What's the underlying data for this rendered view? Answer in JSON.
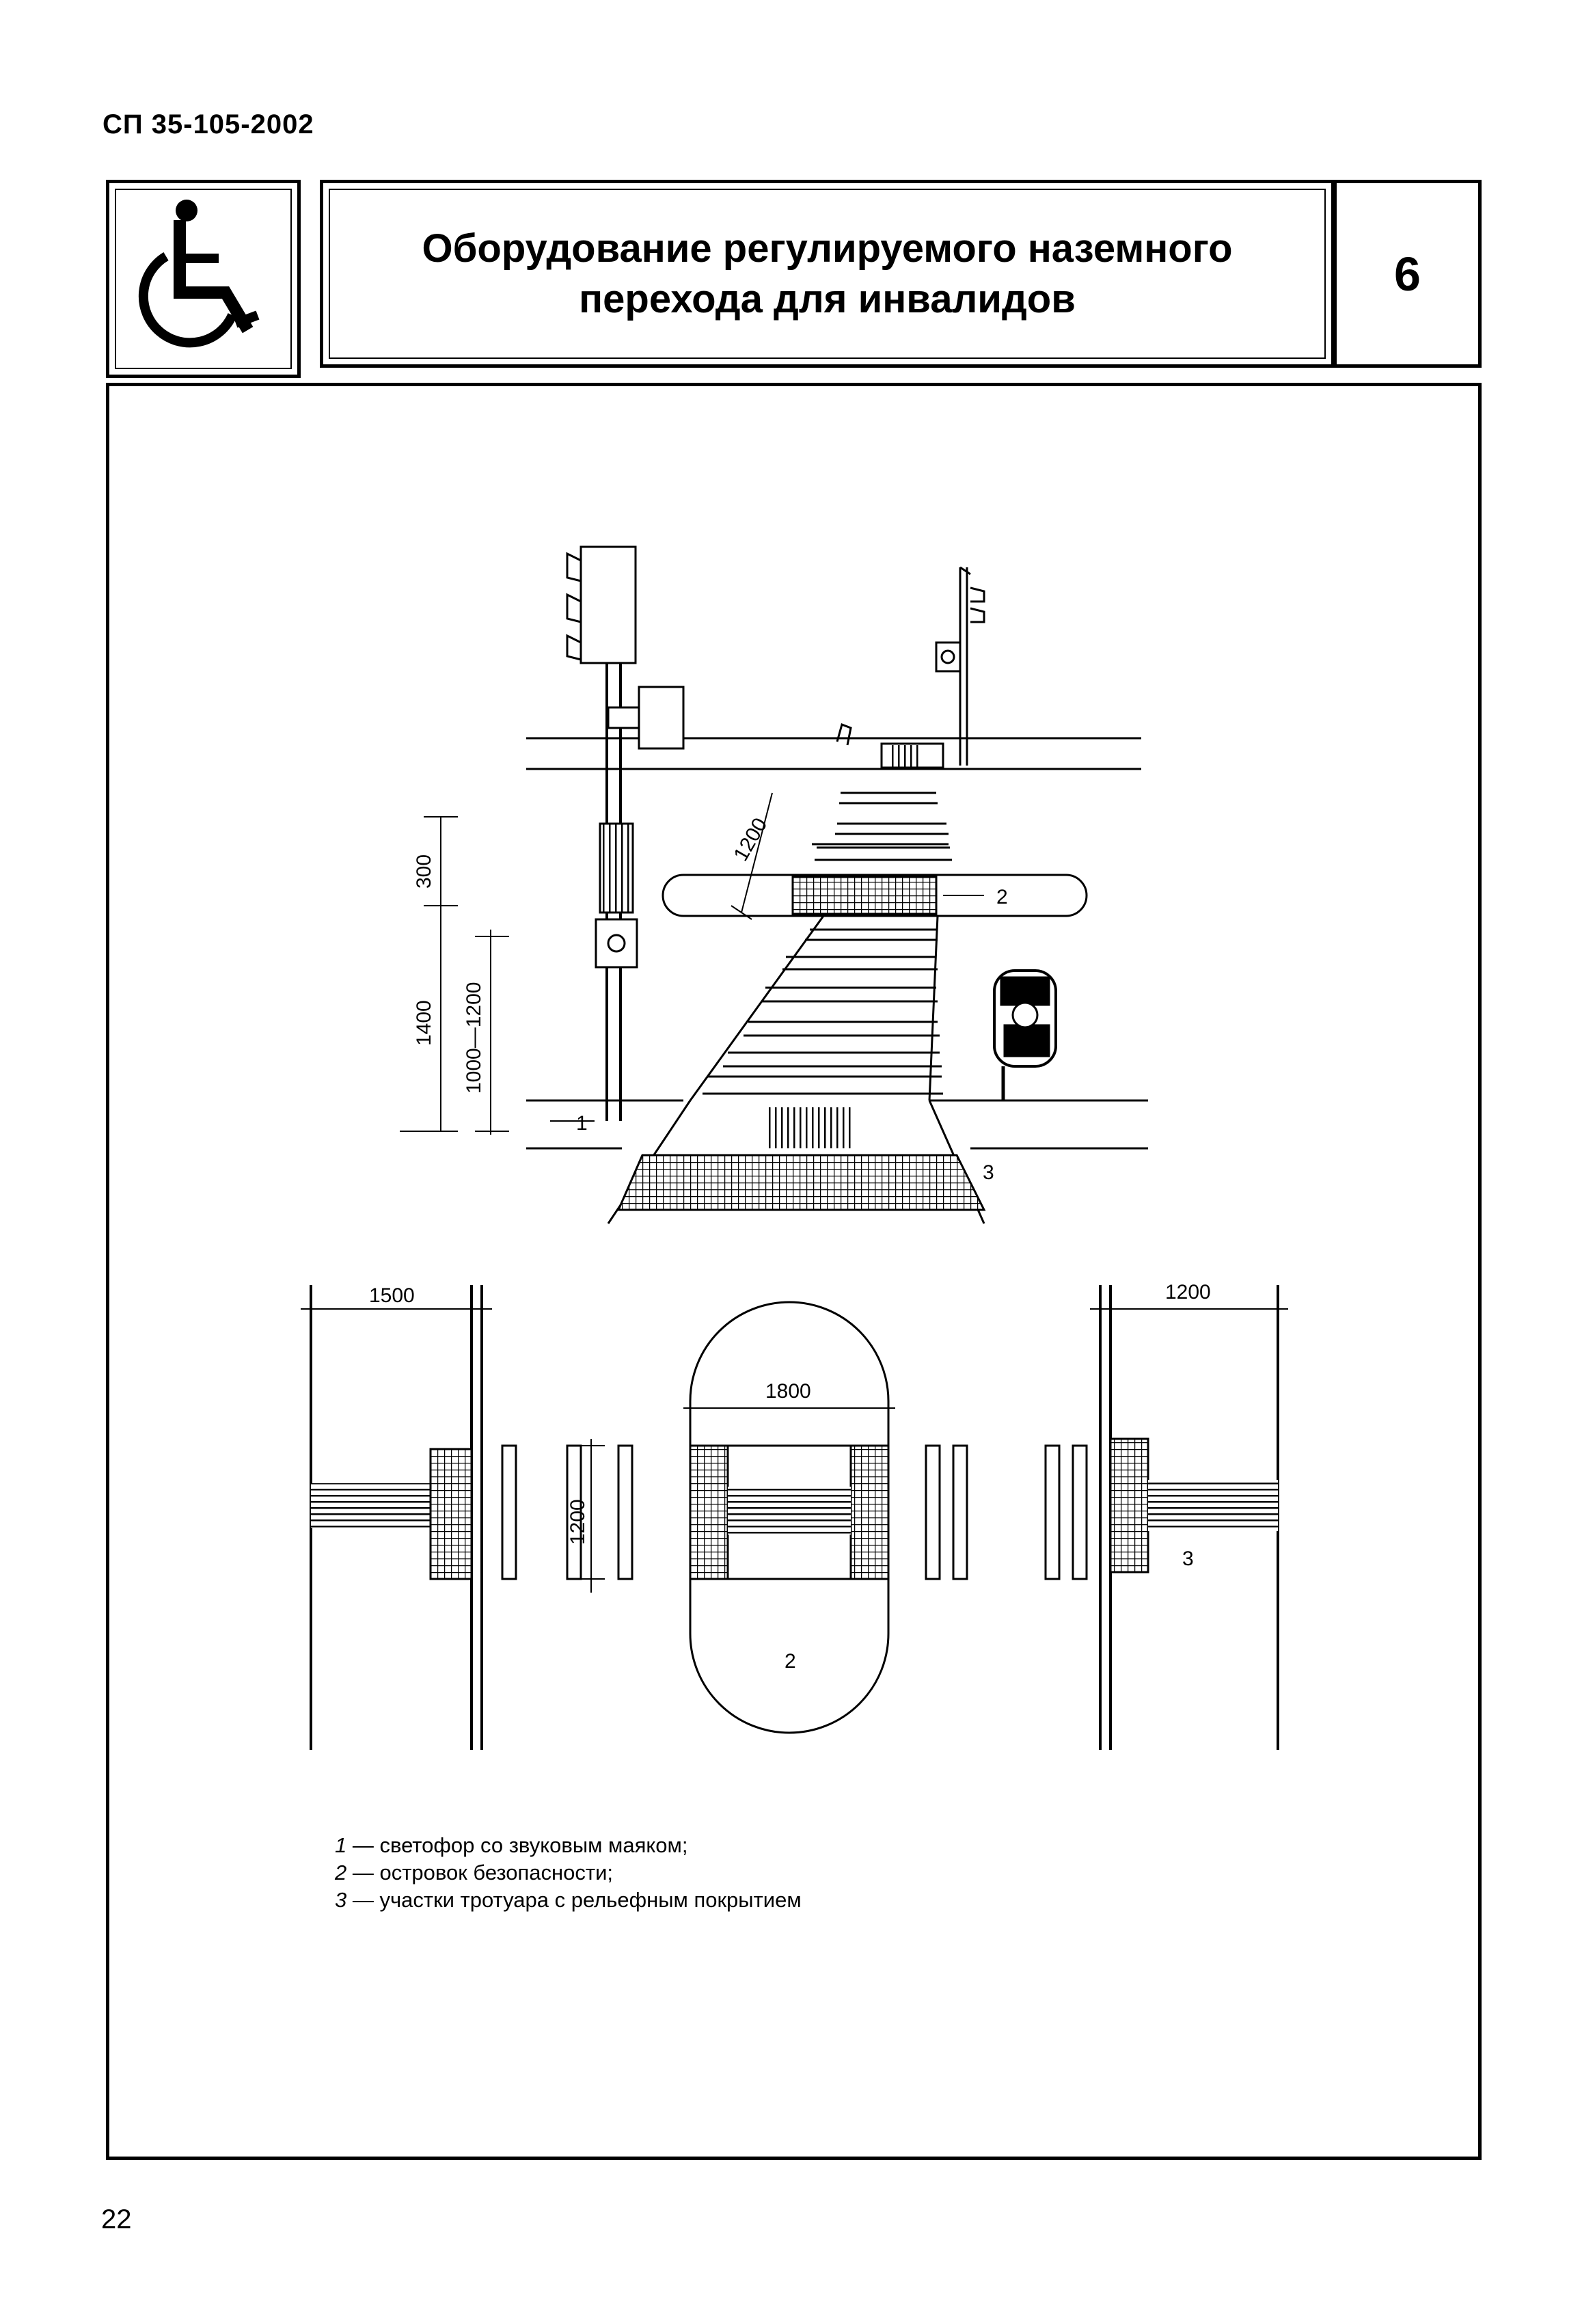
{
  "document_code": "СП 35-105-2002",
  "header": {
    "icon": "wheelchair-icon",
    "title": "Оборудование регулируемого наземного перехода для инвалидов",
    "number": "6"
  },
  "perspective_dimensions": {
    "d300": "300",
    "d1400": "1400",
    "d1000_1200": "1000—1200",
    "d1200_diag": "1200"
  },
  "plan_dimensions": {
    "d1500": "1500",
    "d1800": "1800",
    "d1200_v": "1200",
    "d1200_right": "1200"
  },
  "callouts": {
    "c1": "1",
    "c2": "2",
    "c3": "3"
  },
  "legend": [
    {
      "num": "1",
      "text": " — светофор со звуковым маяком;"
    },
    {
      "num": "2",
      "text": " — островок безопасности;"
    },
    {
      "num": "3",
      "text": " — участки тротуара с рельефным покрытием"
    }
  ],
  "page_number": "22"
}
